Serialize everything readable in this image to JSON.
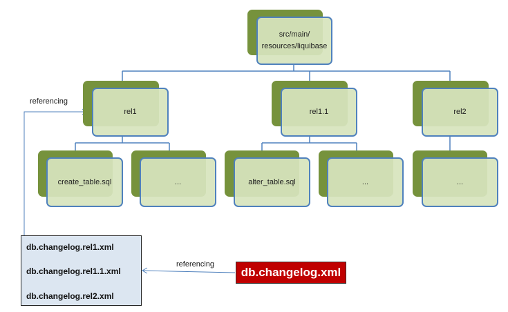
{
  "root": {
    "line1": "src/main/",
    "line2": "resources/liquibase"
  },
  "folders": [
    "rel1",
    "rel1.1",
    "rel2"
  ],
  "files": [
    "create_table.sql",
    "...",
    "alter_table.sql",
    "...",
    "..."
  ],
  "changelog_list": [
    "db.changelog.rel1.xml",
    "db.changelog.rel1.1.xml",
    "db.changelog.rel2.xml"
  ],
  "master_changelog": "db.changelog.xml",
  "edges": {
    "top_label": "referencing",
    "bottom_label": "referencing"
  },
  "colors": {
    "shadow": "#76923c",
    "node": "#d7e4bd",
    "border": "#4f81bd",
    "master": "#c00000",
    "list": "#dce6f1"
  }
}
